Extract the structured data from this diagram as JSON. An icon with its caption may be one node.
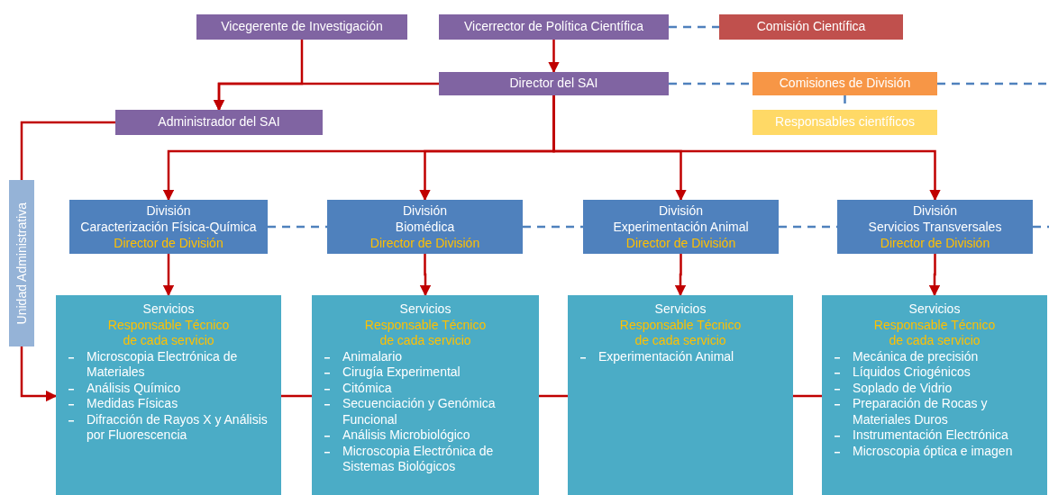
{
  "diagram": {
    "nodes": [
      {
        "text": [
          "Vicegerente de Investigación"
        ]
      },
      {
        "text": [
          "Vicerrector de Política Científica"
        ]
      },
      {
        "text": [
          "Comisión Científica"
        ]
      },
      {
        "text": [
          "Director del SAI"
        ]
      },
      {
        "text": [
          "Comisiones de División"
        ]
      },
      {
        "text": [
          "Responsables científicos"
        ]
      },
      {
        "text": [
          "Administrador del SAI"
        ]
      },
      {
        "text": [
          "Unidad Administrativa"
        ]
      },
      {
        "text": [
          "División",
          "Caracterización Física-Química",
          "Director de División"
        ]
      },
      {
        "text": [
          "División",
          "Biomédica",
          "Director de División"
        ]
      },
      {
        "text": [
          "División",
          "Experimentación Animal",
          "Director de División"
        ]
      },
      {
        "text": [
          "División",
          "Servicios Transversales",
          "Director de División"
        ]
      },
      {
        "text": [
          "Servicios",
          "Responsable Técnico de cada servicio",
          "Microscopia Electrónica de Materiales",
          "Análisis Químico",
          "Medidas Físicas",
          "Difracción de Rayos X y Análisis por Fluorescencia"
        ]
      },
      {
        "text": [
          "Servicios",
          "Responsable Técnico de cada servicio",
          "Animalario",
          "Cirugía Experimental",
          "Citómica",
          "Secuenciación y Genómica Funcional",
          "Análisis Microbiológico",
          "Microscopia Electrónica de Sistemas Biológicos"
        ]
      },
      {
        "text": [
          "Servicios",
          "Responsable Técnico de cada servicio",
          "Experimentación Animal"
        ]
      },
      {
        "text": [
          "Servicios",
          "Responsable Técnico de cada servicio",
          "Mecánica de precisión",
          "Líquidos Criogénicos",
          "Soplado de Vidrio",
          "Preparación de Rocas y Materiales Duros",
          "Instrumentación Electrónica",
          "Microscopia óptica e imagen"
        ]
      }
    ],
    "edges": [
      {
        "from": 1,
        "to": 3,
        "arrow": "to"
      },
      {
        "from": 1,
        "to": 2,
        "arrow": "none",
        "style": "dashed",
        "color": "#4f81bd"
      },
      {
        "from": 0,
        "to": 6,
        "arrow": "to"
      },
      {
        "from": 3,
        "to": 6,
        "arrow": "to"
      },
      {
        "from": 3,
        "to": 4,
        "arrow": "none",
        "style": "dashed",
        "color": "#4f81bd"
      },
      {
        "from": 4,
        "to": null,
        "arrow": "none",
        "style": "dashed",
        "color": "#4f81bd"
      },
      {
        "from": 4,
        "to": 5,
        "arrow": "none",
        "style": "dashed",
        "color": "#4f81bd"
      },
      {
        "from": 3,
        "to": 8,
        "arrow": "to"
      },
      {
        "from": 3,
        "to": 9,
        "arrow": "to"
      },
      {
        "from": 3,
        "to": 10,
        "arrow": "to"
      },
      {
        "from": 3,
        "to": 11,
        "arrow": "to"
      },
      {
        "from": 6,
        "to": 7,
        "arrow": "none"
      },
      {
        "from": 8,
        "to": 9,
        "arrow": "none",
        "style": "dashed",
        "color": "#4f81bd"
      },
      {
        "from": 9,
        "to": 10,
        "arrow": "none",
        "style": "dashed",
        "color": "#4f81bd"
      },
      {
        "from": 10,
        "to": 11,
        "arrow": "none",
        "style": "dashed",
        "color": "#4f81bd"
      },
      {
        "from": 11,
        "to": null,
        "arrow": "none",
        "style": "dashed",
        "color": "#4f81bd"
      },
      {
        "from": 8,
        "to": 12,
        "arrow": "to"
      },
      {
        "from": 9,
        "to": 13,
        "arrow": "to"
      },
      {
        "from": 10,
        "to": 14,
        "arrow": "to"
      },
      {
        "from": 11,
        "to": 15,
        "arrow": "to"
      },
      {
        "from": 7,
        "to": 12,
        "arrow": "to"
      },
      {
        "from": 12,
        "to": 13,
        "arrow": "none"
      },
      {
        "from": 13,
        "to": 14,
        "arrow": "none"
      },
      {
        "from": 14,
        "to": 15,
        "arrow": "none"
      }
    ]
  }
}
